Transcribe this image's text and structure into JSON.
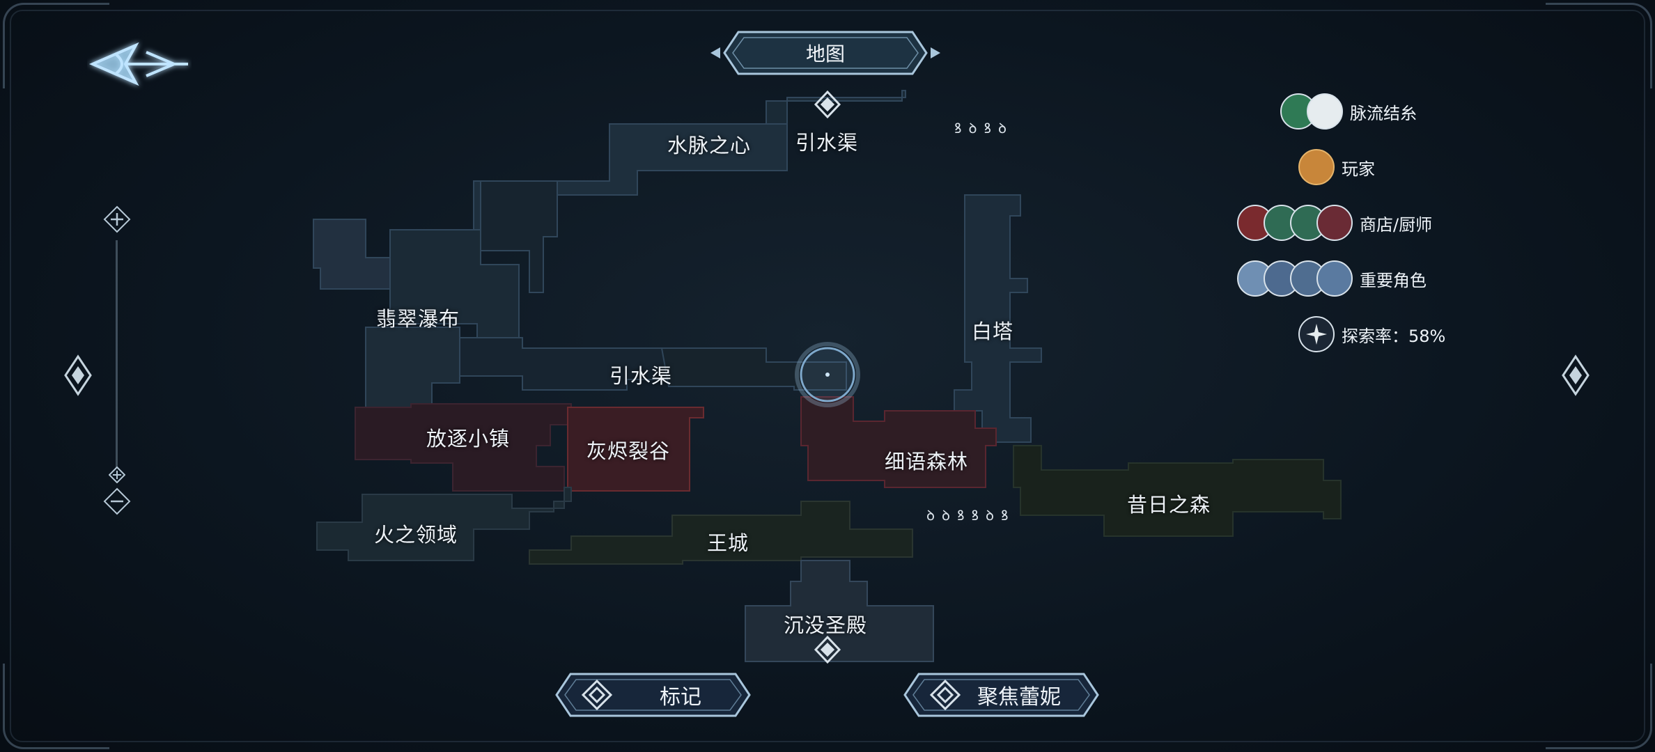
{
  "title": "地图",
  "map_labels": {
    "shuimai_zhixin": "水脉之心",
    "yinshuiqu_top": "引水渠",
    "feicui_pubu": "翡翠瀑布",
    "yinshuiqu_mid": "引水渠",
    "baita": "白塔",
    "fangzhu_xiaozhen": "放逐小镇",
    "huijin_liegu": "灰烬裂谷",
    "xiyu_senlin": "细语森林",
    "xiri_zhisen": "昔日之森",
    "huo_zhi_lingyu": "火之领域",
    "wangcheng": "王城",
    "chenmo_shengdian": "沉没圣殿"
  },
  "glyph_rows": {
    "top_right": "ꝸꝺꝸꝺ",
    "middle": "ꝺꝺꝸꝸꝺꝸ"
  },
  "legend": [
    {
      "label": "脉流结糸",
      "icons": [
        "tree-icon",
        "swirl-icon"
      ],
      "colors": [
        "#2f7a55",
        "#e6ecef"
      ]
    },
    {
      "label": "玩家",
      "icons": [
        "player-face-icon"
      ],
      "colors": [
        "#c8863a"
      ]
    },
    {
      "label": "商店/厨师",
      "icons": [
        "shop-icon-1",
        "shop-icon-2",
        "shop-icon-3",
        "chef-icon"
      ],
      "colors": [
        "#7a2a2e",
        "#2f6b54",
        "#2f6b54",
        "#6a2b35"
      ]
    },
    {
      "label": "重要角色",
      "icons": [
        "character-icon-1",
        "character-icon-2",
        "character-icon-3",
        "character-icon-4"
      ],
      "colors": [
        "#6f8fb3",
        "#4d6a8f",
        "#4f6d90",
        "#5a7aa0"
      ]
    },
    {
      "label": "探索率：58%",
      "icons": [
        "compass-icon"
      ],
      "colors": [
        "#1b2634"
      ]
    }
  ],
  "exploration_rate": 0.58,
  "buttons": {
    "mark": "标记",
    "focus": "聚焦蕾妮"
  },
  "colors": {
    "accent": "#9fd0f0",
    "frame": "#8fa8bc",
    "water_region": "#1c2d3b",
    "fire_region": "#3a1c22",
    "forest_region": "#17211c"
  }
}
